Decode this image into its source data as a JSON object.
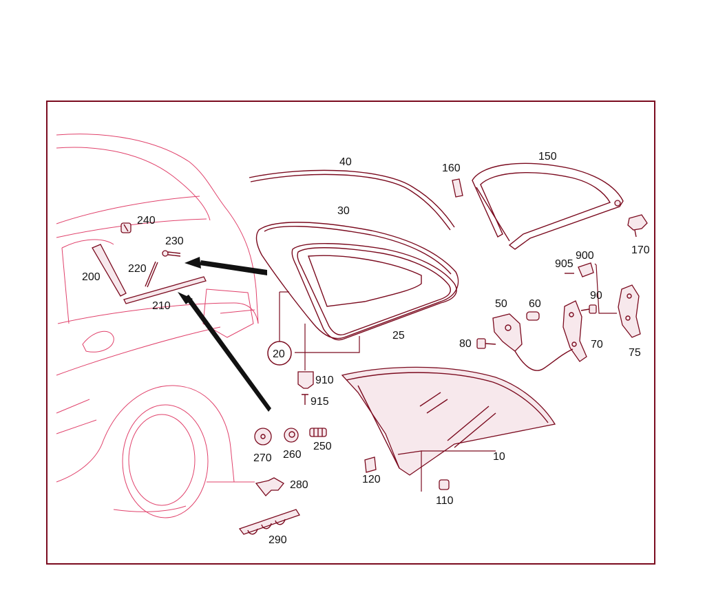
{
  "labels": {
    "l10": "10",
    "l20": "20",
    "l25": "25",
    "l30": "30",
    "l40": "40",
    "l50": "50",
    "l60": "60",
    "l70": "70",
    "l75": "75",
    "l80": "80",
    "l90": "90",
    "l110": "110",
    "l120": "120",
    "l150": "150",
    "l160": "160",
    "l170": "170",
    "l200": "200",
    "l210": "210",
    "l220": "220",
    "l230": "230",
    "l240": "240",
    "l250": "250",
    "l260": "260",
    "l270": "270",
    "l280": "280",
    "l290": "290",
    "l900": "900",
    "l905": "905",
    "l910": "910",
    "l915": "915"
  },
  "colors": {
    "frame": "#7a0a1e",
    "car_outline": "#e0406a",
    "text": "#111111"
  }
}
